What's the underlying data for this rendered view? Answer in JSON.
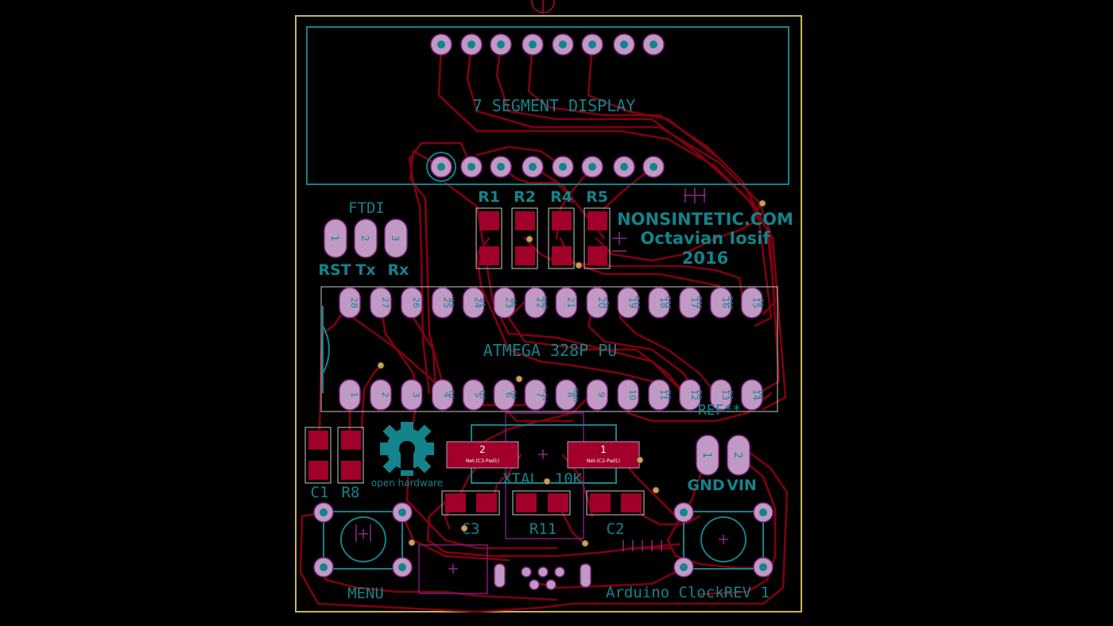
{
  "colors": {
    "background": "#000000",
    "edge_cuts": "#c8b464",
    "copper_trace": "#800010",
    "smd_pad": "#a0002a",
    "tht_pad": "#c09ac4",
    "pad_outline": "#8a2a88",
    "drill_hole": "#14838a",
    "silkscreen": "#14838a",
    "courtyard": "#7a1a7a",
    "via": "#c8a060"
  },
  "texts": {
    "display_label": "7 SEGMENT DISPLAY",
    "ftdi_label": "FTDI",
    "website": "NONSINTETIC.COM",
    "author": "Octavian Iosif",
    "year": "2016",
    "mcu_label": "ATMEGA 328P PU",
    "ref_label": "REF**",
    "xtal_label": "XTAL",
    "r10k_label": "10K",
    "oshw_label": "open hardware",
    "menu_label": "MENU",
    "title_label": "Arduino ClockREV 1",
    "gnd_label": "GND",
    "vin_label": "VIN",
    "rst_label": "RST",
    "tx_label": "Tx",
    "rx_label": "Rx"
  },
  "resistor_refs": [
    "R1",
    "R2",
    "R4",
    "R5"
  ],
  "lower_refs": {
    "c1": "C1",
    "r8": "R8",
    "c3": "C3",
    "r11": "R11",
    "c2": "C2"
  },
  "ftdi_pins": [
    "1",
    "2",
    "3"
  ],
  "power_pins": [
    "1",
    "2"
  ],
  "mcu_top_pins": [
    "28",
    "27",
    "26",
    "25",
    "24",
    "23",
    "22",
    "21",
    "20",
    "19",
    "18",
    "17",
    "16",
    "15"
  ],
  "mcu_top_labels": [
    "",
    "",
    "",
    "A3",
    "A1",
    "A0",
    "GND",
    "",
    "+5V",
    "D13",
    "D12",
    "D11",
    "D10",
    "D9"
  ],
  "mcu_bottom_pins": [
    "1",
    "2",
    "3",
    "4",
    "5",
    "6",
    "7",
    "8",
    "9",
    "10",
    "11",
    "12",
    "13",
    "14"
  ],
  "mcu_bottom_labels": [
    "",
    "",
    "",
    "D2",
    "D3",
    "D4",
    "+5V",
    "GND",
    "",
    "",
    "D5",
    "D6",
    "D7",
    "D8"
  ],
  "xtal_pads": [
    {
      "number": "2",
      "net": "Net-(C3-Pad1)"
    },
    {
      "number": "1",
      "net": "Net-(C2-Pad1)"
    }
  ]
}
